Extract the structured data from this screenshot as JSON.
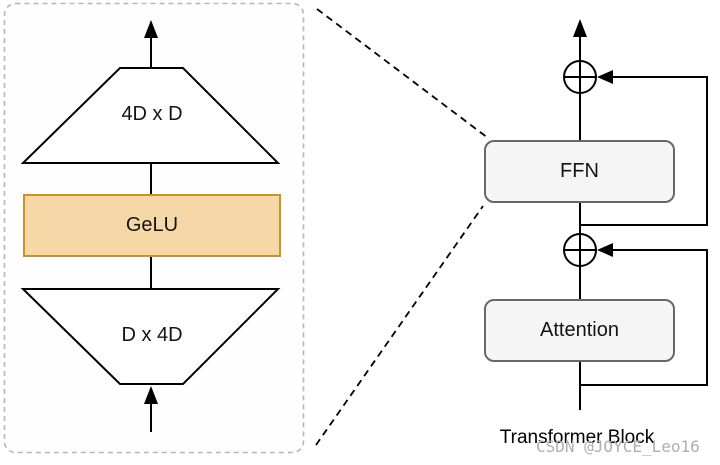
{
  "ffn_detail": {
    "up_projection_label": "4D x D",
    "activation_label": "GeLU",
    "down_projection_label": "D x 4D"
  },
  "transformer_block": {
    "ffn_label": "FFN",
    "attention_label": "Attention",
    "caption": "Transformer Block"
  },
  "watermark": "CSDN @JOYCE_Leo16",
  "colors": {
    "line": "#000000",
    "panel_border": "#B6B6B6",
    "activation_fill": "#F6D8A8",
    "activation_stroke": "#C9932B",
    "block_fill": "#F5F5F5",
    "block_stroke": "#686868",
    "watermark_color": "#AFAFAF"
  }
}
